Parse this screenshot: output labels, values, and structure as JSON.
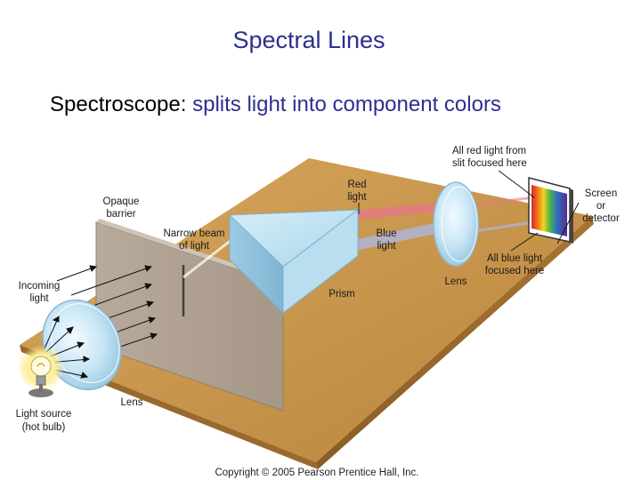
{
  "slide": {
    "title": "Spectral Lines",
    "subtitle_term": "Spectroscope:",
    "subtitle_rest": " splits light into component colors"
  },
  "diagram": {
    "labels": {
      "red_focus_1": "All red light from",
      "red_focus_2": "slit focused here",
      "screen_1": "Screen",
      "screen_2": "or",
      "screen_3": "detector",
      "opaque_1": "Opaque",
      "opaque_2": "barrier",
      "red_light_1": "Red",
      "red_light_2": "light",
      "narrow_1": "Narrow beam",
      "narrow_2": "of light",
      "blue_light_1": "Blue",
      "blue_light_2": "light",
      "blue_focus_1": "All blue light",
      "blue_focus_2": "focused here",
      "lens_right": "Lens",
      "prism": "Prism",
      "incoming_1": "Incoming",
      "incoming_2": "light",
      "lens_left": "Lens",
      "source_1": "Light source",
      "source_2": "(hot bulb)"
    },
    "copyright": "Copyright © 2005 Pearson Prentice Hall, Inc."
  },
  "colors": {
    "title": "#2b2f8f",
    "table": "#c8954a",
    "red_beam": "#e8768a",
    "blue_beam": "#aab8e8"
  }
}
